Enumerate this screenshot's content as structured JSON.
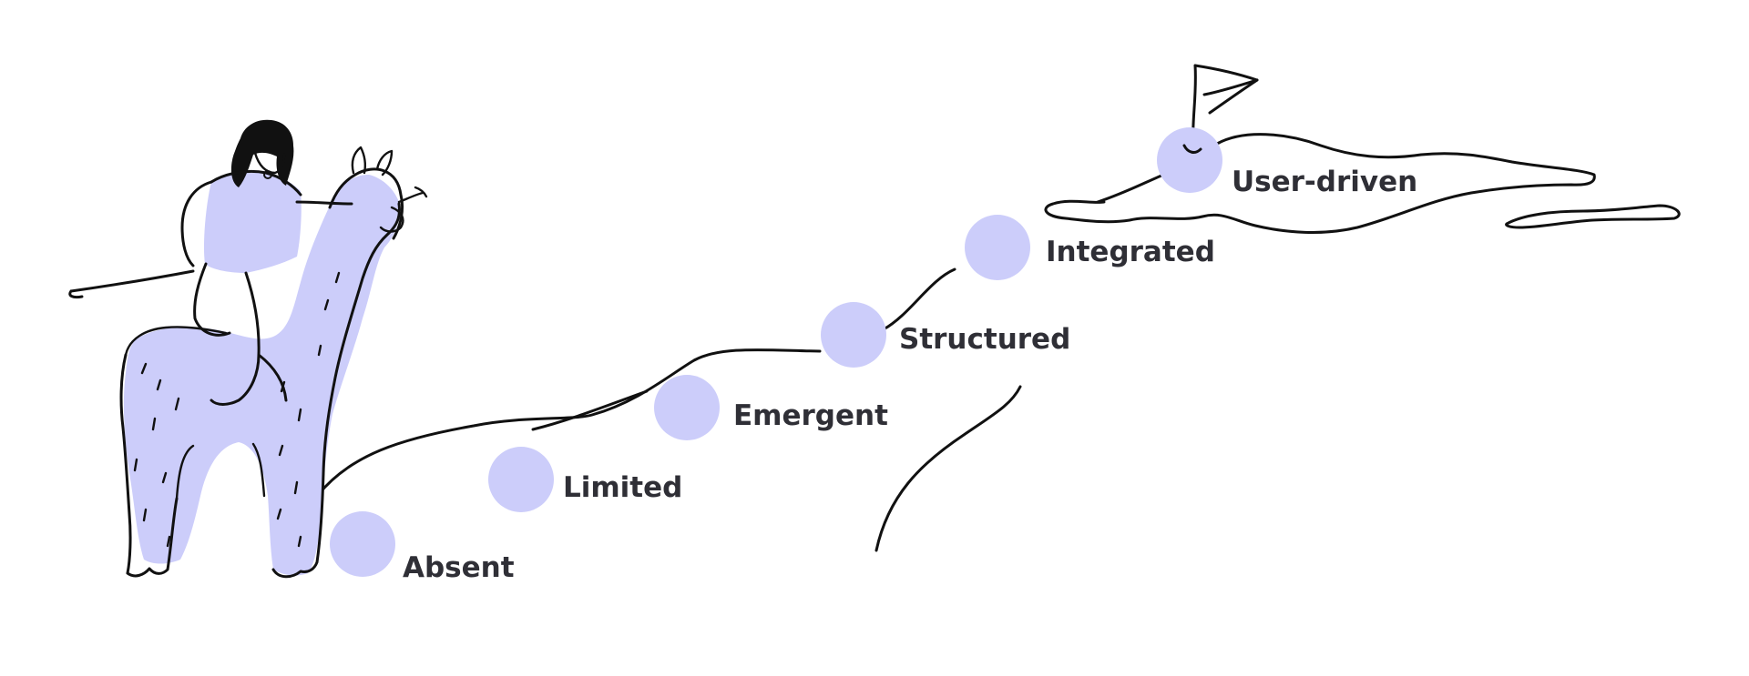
{
  "colors": {
    "accent": "#cccdfa",
    "ink": "#111111",
    "label": "#2f2f36",
    "background": "#ffffff"
  },
  "stages": [
    {
      "label": "Absent"
    },
    {
      "label": "Limited"
    },
    {
      "label": "Emergent"
    },
    {
      "label": "Structured"
    },
    {
      "label": "Integrated"
    },
    {
      "label": "User-driven"
    }
  ],
  "illustration": {
    "rider": "rider-icon",
    "alpaca": "alpaca-icon",
    "flag": "flag-icon",
    "plateau": "cloud-plateau-icon"
  }
}
